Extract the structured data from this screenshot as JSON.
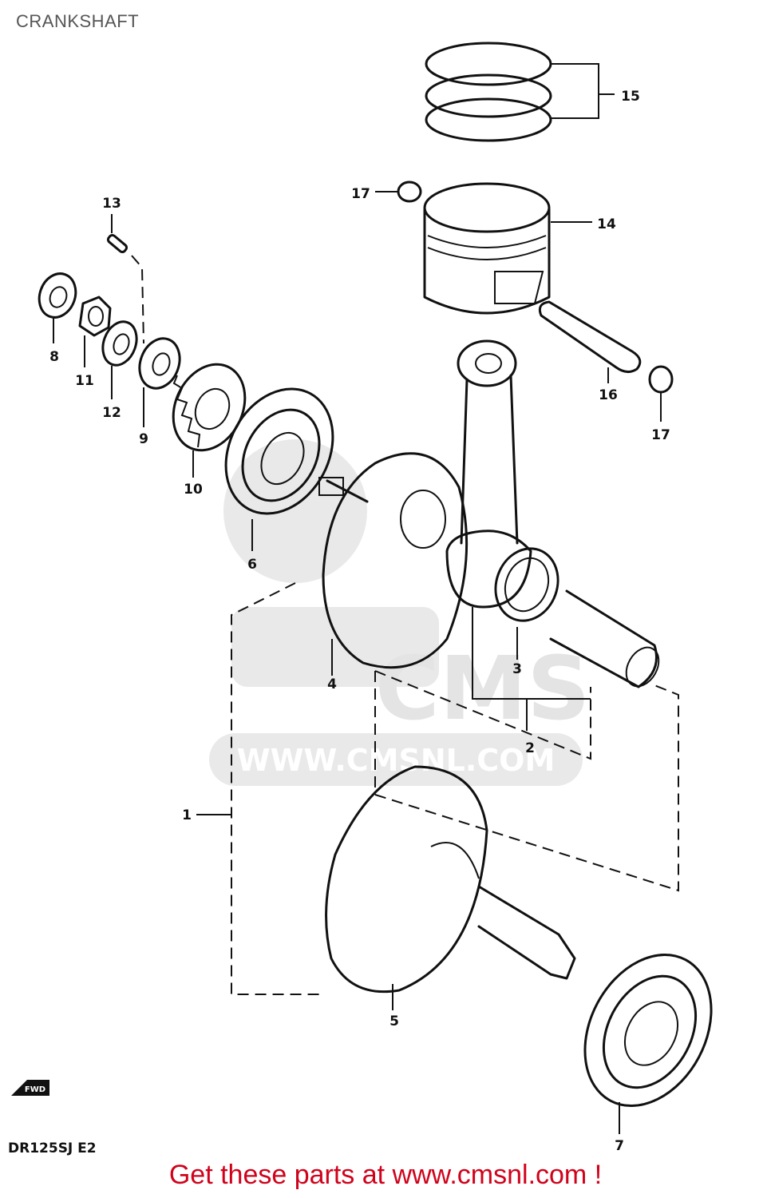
{
  "page": {
    "title": "CRANKSHAFT"
  },
  "watermark": {
    "brand": "CMS",
    "url": "WWW.CMSNL.COM"
  },
  "diagram": {
    "model_code": "DR125SJ E2",
    "front_arrow_label": "FWD",
    "parts": [
      {
        "ref": "1"
      },
      {
        "ref": "2"
      },
      {
        "ref": "3"
      },
      {
        "ref": "4"
      },
      {
        "ref": "5"
      },
      {
        "ref": "6"
      },
      {
        "ref": "7"
      },
      {
        "ref": "8"
      },
      {
        "ref": "9"
      },
      {
        "ref": "10"
      },
      {
        "ref": "11"
      },
      {
        "ref": "12"
      },
      {
        "ref": "13"
      },
      {
        "ref": "14"
      },
      {
        "ref": "15"
      },
      {
        "ref": "16"
      },
      {
        "ref": "17"
      },
      {
        "ref": "17"
      }
    ]
  },
  "footer": {
    "cta_text": "Get these parts at www.cmsnl.com !"
  }
}
